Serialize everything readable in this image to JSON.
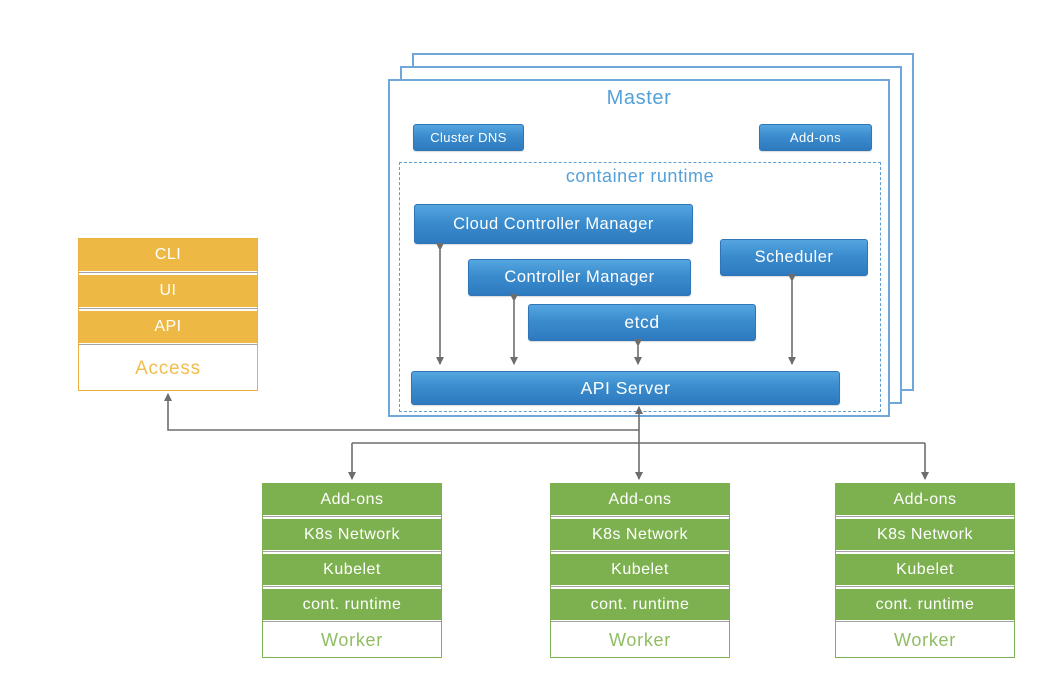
{
  "master": {
    "title": "Master",
    "cluster_dns": "Cluster DNS",
    "addons": "Add-ons",
    "container_runtime": {
      "title": "container runtime",
      "cloud_controller_manager": "Cloud Controller Manager",
      "controller_manager": "Controller Manager",
      "etcd": "etcd",
      "scheduler": "Scheduler",
      "api_server": "API Server"
    }
  },
  "access": {
    "rows": [
      "CLI",
      "UI",
      "API"
    ],
    "label": "Access"
  },
  "workers": [
    {
      "rows": [
        "Add-ons",
        "K8s Network",
        "Kubelet",
        "cont. runtime"
      ],
      "label": "Worker"
    },
    {
      "rows": [
        "Add-ons",
        "K8s Network",
        "Kubelet",
        "cont. runtime"
      ],
      "label": "Worker"
    },
    {
      "rows": [
        "Add-ons",
        "K8s Network",
        "Kubelet",
        "cont. runtime"
      ],
      "label": "Worker"
    }
  ],
  "colors": {
    "component_blue": "#3a8ccd",
    "outline_blue": "#6fa8d8",
    "label_blue": "#54a0d8",
    "access_orange": "#edb843",
    "worker_green": "#7db150",
    "arrow_gray": "#6d6d6d"
  }
}
